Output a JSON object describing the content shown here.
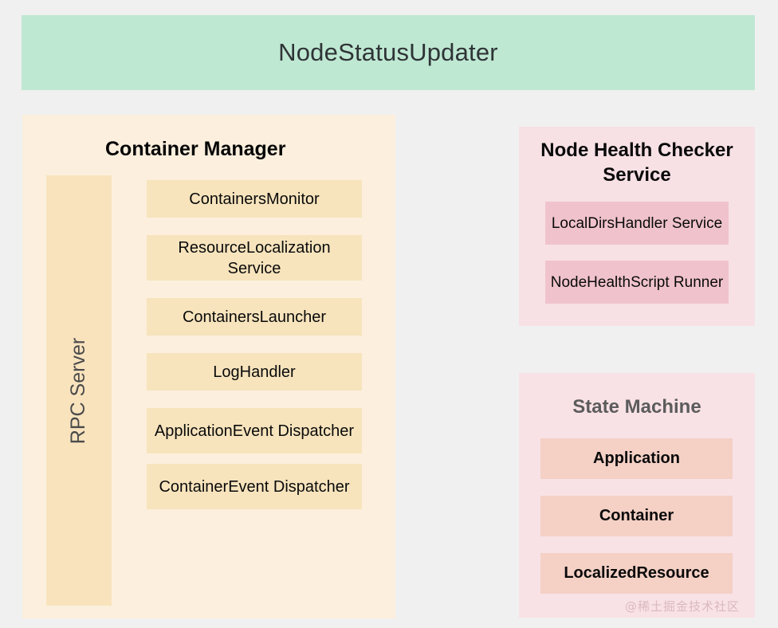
{
  "header": {
    "title": "NodeStatusUpdater",
    "background_color": "#bfe8d3",
    "text_color": "#2f3436"
  },
  "container_manager": {
    "title": "Container Manager",
    "panel_color": "#fcefdd",
    "item_color": "#f7e4bd",
    "rpc_server": {
      "label": "RPC Server",
      "orientation": "vertical",
      "background_color": "#f8e3bd"
    },
    "items": [
      {
        "label": "ContainersMonitor",
        "lines": 1
      },
      {
        "label": "ResourceLocalization Service",
        "lines": 2
      },
      {
        "label": "ContainersLauncher",
        "lines": 1
      },
      {
        "label": "LogHandler",
        "lines": 1
      },
      {
        "label": "ApplicationEvent Dispatcher",
        "lines": 2
      },
      {
        "label": "ContainerEvent Dispatcher",
        "lines": 2
      }
    ]
  },
  "node_health_checker": {
    "title": "Node Health Checker Service",
    "panel_color": "#f7e1e5",
    "item_color": "#f0c3cc",
    "items": [
      {
        "label": "LocalDirsHandler Service"
      },
      {
        "label": "NodeHealthScript Runner"
      }
    ]
  },
  "state_machine": {
    "title": "State Machine",
    "panel_color": "#f9e2e6",
    "item_color": "#f4d0c5",
    "title_color": "#5c5c5c",
    "items": [
      {
        "label": "Application"
      },
      {
        "label": "Container"
      },
      {
        "label": "LocalizedResource"
      }
    ]
  },
  "watermark": {
    "text": "@稀土掘金技术社区"
  },
  "page": {
    "background_color": "#f0f0f0"
  }
}
